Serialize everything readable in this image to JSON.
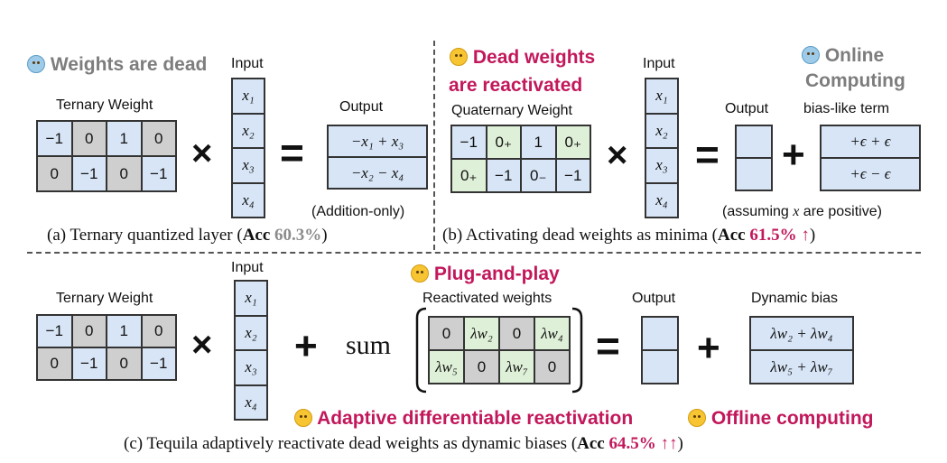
{
  "panel_a": {
    "title": "Weights are dead",
    "title_icon": "crying-face-emoji",
    "ternary_label": "Ternary Weight",
    "weights": [
      [
        "−1",
        "0",
        "1",
        "0"
      ],
      [
        "0",
        "−1",
        "0",
        "−1"
      ]
    ],
    "weight_colors": [
      [
        "blue",
        "gray",
        "blue",
        "gray"
      ],
      [
        "gray",
        "blue",
        "gray",
        "blue"
      ]
    ],
    "input_label": "Input",
    "inputs": [
      "x₁",
      "x₂",
      "x₃",
      "x₄"
    ],
    "output_label": "Output",
    "outputs": [
      "−x₁ + x₃",
      "−x₂ − x₄"
    ],
    "note": "(Addition-only)",
    "caption_pre": "(a) Ternary quantized layer (",
    "caption_acc_label": "Acc",
    "caption_acc_value": "60.3%",
    "caption_post": ")"
  },
  "panel_b": {
    "title_line1": "Dead weights",
    "title_line2": "are reactivated",
    "title_icon": "smiling-face-emoji",
    "quaternary_label": "Quaternary Weight",
    "weights": [
      [
        "−1",
        "0₊",
        "1",
        "0₊"
      ],
      [
        "0₊",
        "−1",
        "0₋",
        "−1"
      ]
    ],
    "weight_colors": [
      [
        "blue",
        "green",
        "blue",
        "green"
      ],
      [
        "green",
        "blue",
        "blue",
        "blue"
      ]
    ],
    "input_label": "Input",
    "inputs": [
      "x₁",
      "x₂",
      "x₃",
      "x₄"
    ],
    "output_label": "Output",
    "online_line1": "Online",
    "online_line2": "Computing",
    "online_icon": "crying-face-emoji",
    "bias_label": "bias-like term",
    "bias": [
      "+ϵ + ϵ",
      "+ϵ − ϵ"
    ],
    "note_pre": "(assuming ",
    "note_var": "x",
    "note_post": " are positive)",
    "caption_pre": "(b) Activating dead weights as minima (",
    "caption_acc_label": "Acc",
    "caption_acc_value": "61.5% ↑",
    "caption_post": ")"
  },
  "panel_c": {
    "plug_title": "Plug-and-play",
    "plug_icon": "smiling-face-emoji",
    "ternary_label": "Ternary Weight",
    "weights": [
      [
        "−1",
        "0",
        "1",
        "0"
      ],
      [
        "0",
        "−1",
        "0",
        "−1"
      ]
    ],
    "weight_colors": [
      [
        "blue",
        "gray",
        "blue",
        "gray"
      ],
      [
        "gray",
        "blue",
        "gray",
        "blue"
      ]
    ],
    "input_label": "Input",
    "inputs": [
      "x₁",
      "x₂",
      "x₃",
      "x₄"
    ],
    "sum_label": "sum",
    "reactivated_label": "Reactivated weights",
    "reactivated": [
      [
        "0",
        "λw₂",
        "0",
        "λw₄"
      ],
      [
        "λw₅",
        "0",
        "λw₇",
        "0"
      ]
    ],
    "reactivated_colors": [
      [
        "gray",
        "green",
        "gray",
        "green"
      ],
      [
        "green",
        "gray",
        "green",
        "gray"
      ]
    ],
    "output_label": "Output",
    "dynamic_label": "Dynamic bias",
    "dynamic": [
      "λw₂ + λw₄",
      "λw₅ + λw₇"
    ],
    "adaptive_title": "Adaptive differentiable reactivation",
    "offline_title": "Offline computing",
    "caption_pre": "(c) Tequila adaptively reactivate dead weights as dynamic biases (",
    "caption_acc_label": "Acc",
    "caption_acc_value": "64.5% ↑↑",
    "caption_post": ")"
  },
  "operators": {
    "times": "×",
    "equals": "=",
    "plus": "+"
  },
  "colors": {
    "accent_pink": "#c2185b",
    "accent_gray": "#8c8c8c",
    "blue_cell": "#d7e5f6",
    "gray_cell": "#cfcfcf",
    "green_cell": "#dff0d8",
    "output_cell": "#a7b9d8"
  }
}
